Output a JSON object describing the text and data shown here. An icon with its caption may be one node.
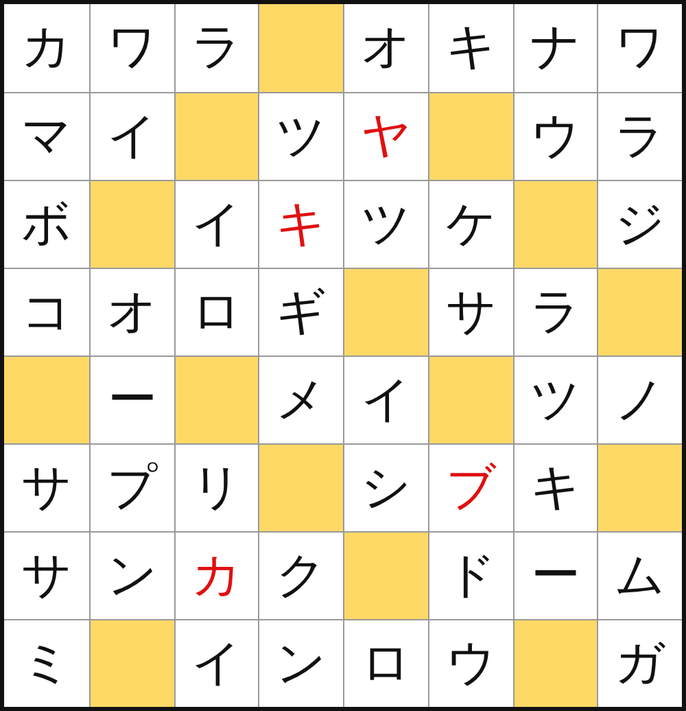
{
  "diagram": {
    "nodes": [
      {
        "text": [
          "カ"
        ]
      },
      {
        "text": [
          "ワ"
        ]
      },
      {
        "text": [
          "ラ"
        ]
      },
      {
        "text": [],
        "shape": "box"
      },
      {
        "text": [
          "オ"
        ]
      },
      {
        "text": [
          "キ"
        ]
      },
      {
        "text": [
          "ナ"
        ]
      },
      {
        "text": [
          "ワ"
        ]
      },
      {
        "text": [
          "マ"
        ]
      },
      {
        "text": [
          "イ"
        ]
      },
      {
        "text": [],
        "shape": "box"
      },
      {
        "text": [
          "ツ"
        ]
      },
      {
        "text": [
          "ヤ"
        ]
      },
      {
        "text": [],
        "shape": "box"
      },
      {
        "text": [
          "ウ"
        ]
      },
      {
        "text": [
          "ラ"
        ]
      },
      {
        "text": [
          "ボ"
        ]
      },
      {
        "text": [],
        "shape": "box"
      },
      {
        "text": [
          "イ"
        ]
      },
      {
        "text": [
          "キ"
        ]
      },
      {
        "text": [
          "ツ"
        ]
      },
      {
        "text": [
          "ケ"
        ]
      },
      {
        "text": [],
        "shape": "box"
      },
      {
        "text": [
          "ジ"
        ]
      },
      {
        "text": [
          "コ"
        ]
      },
      {
        "text": [
          "オ"
        ]
      },
      {
        "text": [
          "ロ"
        ]
      },
      {
        "text": [
          "ギ"
        ]
      },
      {
        "text": [],
        "shape": "box"
      },
      {
        "text": [
          "サ"
        ]
      },
      {
        "text": [
          "ラ"
        ]
      },
      {
        "text": [],
        "shape": "box"
      },
      {
        "text": [],
        "shape": "box"
      },
      {
        "text": [
          "ー"
        ]
      },
      {
        "text": [],
        "shape": "box"
      },
      {
        "text": [
          "メ"
        ]
      },
      {
        "text": [
          "イ"
        ]
      },
      {
        "text": [],
        "shape": "box"
      },
      {
        "text": [
          "ツ"
        ]
      },
      {
        "text": [
          "ノ"
        ]
      },
      {
        "text": [
          "サ"
        ]
      },
      {
        "text": [
          "プ"
        ]
      },
      {
        "text": [
          "リ"
        ]
      },
      {
        "text": [],
        "shape": "box"
      },
      {
        "text": [
          "シ"
        ]
      },
      {
        "text": [
          "ブ"
        ]
      },
      {
        "text": [
          "キ"
        ]
      },
      {
        "text": [],
        "shape": "box"
      },
      {
        "text": [
          "サ"
        ]
      },
      {
        "text": [
          "ン"
        ]
      },
      {
        "text": [
          "カ"
        ]
      },
      {
        "text": [
          "ク"
        ]
      },
      {
        "text": [],
        "shape": "box"
      },
      {
        "text": [
          "ド"
        ]
      },
      {
        "text": [
          "ー"
        ]
      },
      {
        "text": [
          "ム"
        ]
      },
      {
        "text": [
          "ミ"
        ]
      },
      {
        "text": [],
        "shape": "box"
      },
      {
        "text": [
          "イ"
        ]
      },
      {
        "text": [
          "ン"
        ]
      },
      {
        "text": [
          "ロ"
        ]
      },
      {
        "text": [
          "ウ"
        ]
      },
      {
        "text": [],
        "shape": "box"
      },
      {
        "text": [
          "ガ"
        ]
      }
    ]
  }
}
